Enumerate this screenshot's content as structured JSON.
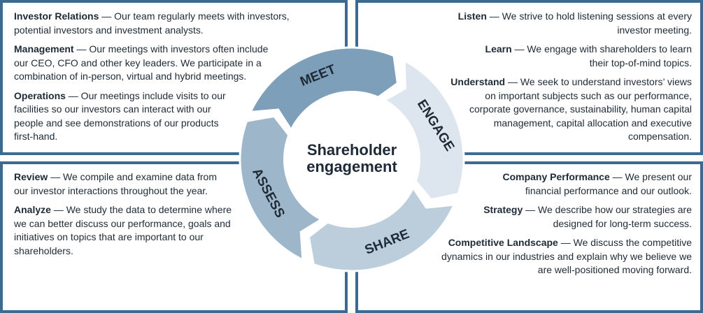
{
  "center_label": {
    "line1": "Shareholder",
    "line2": "engagement"
  },
  "segments": [
    {
      "label": "MEET",
      "color": "#7e9fba"
    },
    {
      "label": "ENGAGE",
      "color": "#dde6ee"
    },
    {
      "label": "SHARE",
      "color": "#bccddb"
    },
    {
      "label": "ASSESS",
      "color": "#9db6ca"
    }
  ],
  "meet_box": [
    {
      "term": "Investor Relations",
      "text": " — Our team regularly meets with investors, potential investors and investment analysts."
    },
    {
      "term": "Management",
      "text": " — Our meetings with investors often include our CEO, CFO and other key leaders.  We participate in a combination of in-person, virtual and hybrid meetings."
    },
    {
      "term": "Operations",
      "text": " — Our meetings include visits to our facilities so our investors can interact with our people and see demonstrations of our products first-hand."
    }
  ],
  "engage_box": [
    {
      "term": "Listen",
      "text": " — We strive to hold listening sessions at every investor meeting."
    },
    {
      "term": "Learn",
      "text": " — We engage with shareholders to learn their top-of-mind topics."
    },
    {
      "term": "Understand",
      "text": " — We seek to understand investors’ views on important subjects such as our performance, corporate governance, sustainability, human capital management, capital allocation and executive compensation."
    }
  ],
  "assess_box": [
    {
      "term": "Review",
      "text": " — We compile and examine data from our investor interactions throughout the year."
    },
    {
      "term": "Analyze",
      "text": " — We study the data to determine where we can better discuss our performance, goals and initiatives on topics that are important to our shareholders."
    }
  ],
  "share_box": [
    {
      "term": "Company Performance",
      "text": " — We present our financial performance and our outlook."
    },
    {
      "term": "Strategy",
      "text": " — We describe how our strategies are designed for long-term success."
    },
    {
      "term": "Competitive Landscape",
      "text": " — We discuss the competitive dynamics in our industries and explain why we believe we are well-positioned moving forward."
    }
  ]
}
